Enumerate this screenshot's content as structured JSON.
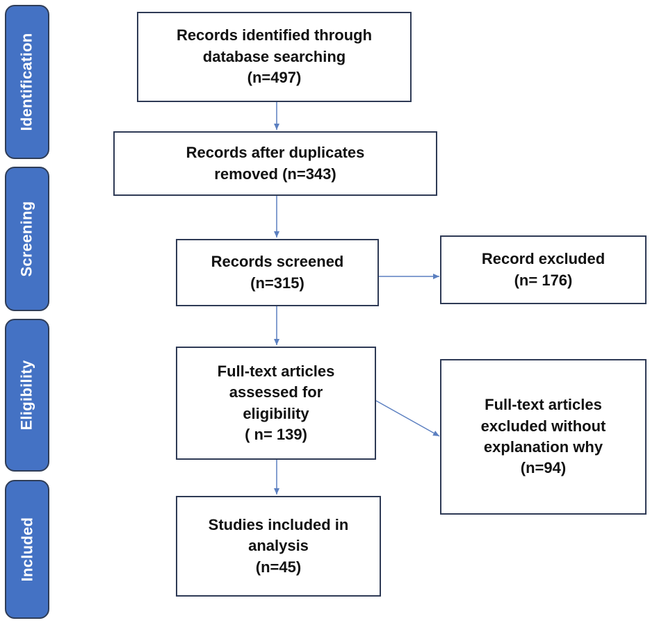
{
  "stages": [
    "Identification",
    "Screening",
    "Eligibility",
    "Included"
  ],
  "boxes": {
    "identified": [
      "Records identified through",
      "database searching",
      "(n=497)"
    ],
    "deduplicated": [
      "Records after duplicates",
      "removed (n=343)"
    ],
    "screened": [
      "Records screened",
      "(n=315)"
    ],
    "excluded": [
      "Record excluded",
      "(n= 176)"
    ],
    "fulltext": [
      "Full-text articles",
      "assessed for",
      "eligibility",
      "( n= 139)"
    ],
    "fulltext_excluded": [
      "Full-text articles",
      "excluded without",
      "explanation why",
      "(n=94)"
    ],
    "included": [
      "Studies included in",
      "analysis",
      "(n=45)"
    ]
  },
  "colors": {
    "stage_fill": "#4472c4",
    "stage_border": "#2f3d57",
    "arrow": "#5b7fc0",
    "box_border": "#2e3a55"
  }
}
